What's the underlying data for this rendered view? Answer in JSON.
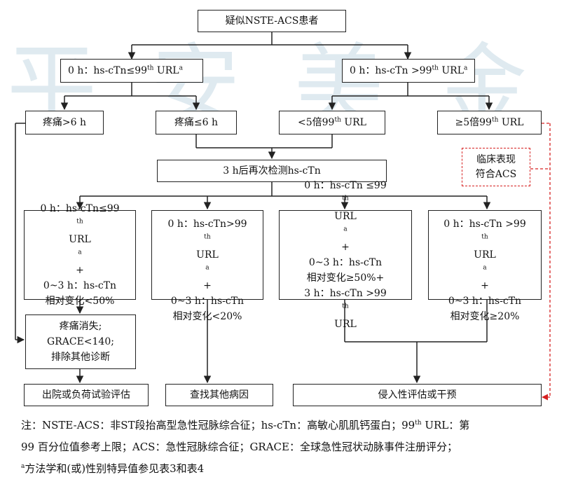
{
  "watermark": "平 安 美 金",
  "colors": {
    "line": "#222222",
    "dashed_arrow": "#d62020",
    "watermark": "#dfeaf0"
  },
  "boxes": {
    "top": "疑似NSTE-ACS患者",
    "left0h": {
      "pre": "0 h：hs-cTn≤99",
      "sup": "th",
      "post": " URL",
      "mark": "a"
    },
    "right0h": {
      "pre": "0 h：hs-cTn >99",
      "sup": "th",
      "post": " URL",
      "mark": "a"
    },
    "pain_gt6": "疼痛>6 h",
    "pain_le6": "疼痛≤6 h",
    "lt5x": {
      "pre": "<5倍99",
      "sup": "th",
      "post": " URL"
    },
    "ge5x": {
      "pre": "≥5倍99",
      "sup": "th",
      "post": " URL"
    },
    "clinical": {
      "line1": "临床表现",
      "line2": "符合ACS"
    },
    "retest": "3 h后再次检测hs-cTn",
    "b1": {
      "l1pre": "0 h：hs-cTn≤99",
      "l1sup": "th",
      "l2pre": "URL",
      "l2mark": "a",
      "l2post": "+",
      "l3": "0~3 h：hs-cTn",
      "l4": "相对变化<50%"
    },
    "b2": {
      "l1pre": "0 h：hs-cTn>99",
      "l1sup": "th",
      "l2pre": "URL",
      "l2mark": "a",
      "l2post": "+",
      "l3": "0~3 h：hs-cTn",
      "l4": "相对变化<20%"
    },
    "b3": {
      "l1pre": "0 h：hs-cTn ≤99",
      "l1sup": "th",
      "l2pre": "URL",
      "l2mark": "a",
      "l2post": "+",
      "l3": "0~3 h：hs-cTn",
      "l4": "相对变化≥50%+",
      "l5pre": "3 h：hs-cTn >99",
      "l5sup": "th",
      "l5post": " URL"
    },
    "b4": {
      "l1pre": "0 h：hs-cTn >99",
      "l1sup": "th",
      "l2pre": "URL",
      "l2mark": "a",
      "l2post": "+",
      "l3": "0~3 h：hs-cTn",
      "l4": "相对变化≥20%"
    },
    "relief": {
      "l1": "疼痛消失;",
      "l2": "GRACE<140;",
      "l3": "排除其他诊断"
    },
    "discharge": "出院或负荷试验评估",
    "other_cause": "查找其他病因",
    "invasive": "侵入性评估或干预"
  },
  "note": {
    "line1a": "注：NSTE-ACS：非ST段抬高型急性冠脉综合征；hs-cTn：高敏心肌肌钙蛋白；99",
    "line1sup": "th",
    "line1b": " URL：第",
    "line2": "99 百分位值参考上限；ACS：急性冠脉综合征；GRACE：全球急性冠状动脉事件注册评分；",
    "line3mark": "a",
    "line3": "方法学和(或)性别特异值参见表3和表4"
  }
}
